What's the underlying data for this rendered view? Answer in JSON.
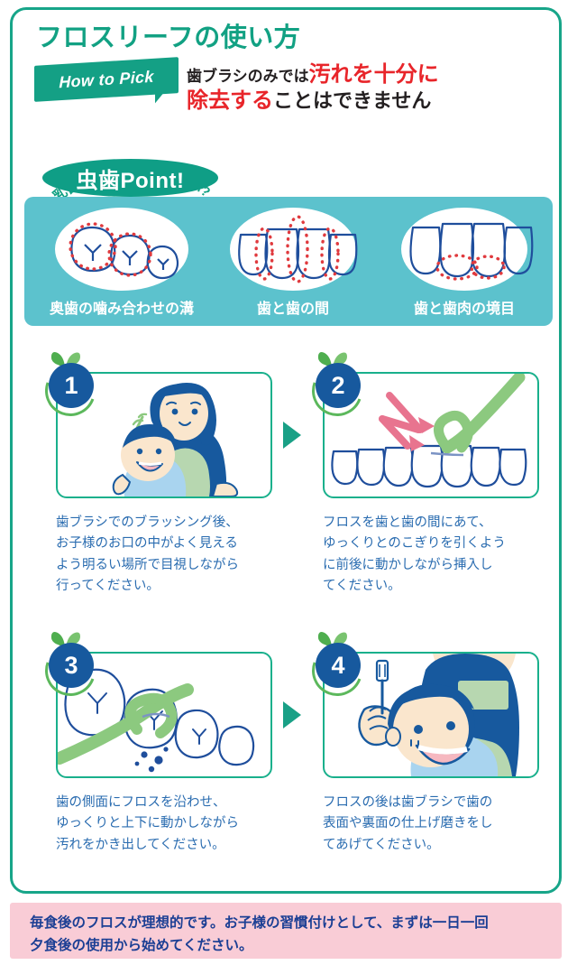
{
  "header": {
    "title": "フロスリーフの使い方",
    "ribbon_label": "How to Pick",
    "headline_part1": "歯ブラシのみでは",
    "headline_part2": "汚れを十分に",
    "headline_part3": "除去する",
    "headline_part4": "ことはできません"
  },
  "point_section": {
    "arch_caption": "乳歯は虫歯になりやすい?",
    "badge_label": "虫歯Point!",
    "items": [
      {
        "label": "奥歯の噛み合わせの溝",
        "icon": "molar-groove-icon"
      },
      {
        "label": "歯と歯の間",
        "icon": "between-teeth-icon"
      },
      {
        "label": "歯と歯肉の境目",
        "icon": "gumline-icon"
      }
    ]
  },
  "steps": [
    {
      "number": "1",
      "icon": "mother-and-baby-icon",
      "caption": "歯ブラシでのブラッシング後、\nお子様のお口の中がよく見える\nよう明るい場所で目視しながら\n行ってください。"
    },
    {
      "number": "2",
      "icon": "floss-between-teeth-icon",
      "caption": "フロスを歯と歯の間にあて、\nゆっくりとのこぎりを引くよう\nに前後に動かしながら挿入し\nてください。"
    },
    {
      "number": "3",
      "icon": "floss-side-of-tooth-icon",
      "caption": "歯の側面にフロスを沿わせ、\nゆっくりと上下に動かしながら\n汚れをかき出してください。"
    },
    {
      "number": "4",
      "icon": "child-toothbrush-icon",
      "caption": "フロスの後は歯ブラシで歯の\n表面や裏面の仕上げ磨きをし\nてあげてください。"
    }
  ],
  "footer": {
    "text": "毎食後のフロスが理想的です。お子様の習慣付けとして、まずは一日一回\n夕食後の使用から始めてください。"
  },
  "colors": {
    "teal_border": "#17a589",
    "title_green": "#12a183",
    "ribbon_green": "#14a085",
    "headline_red": "#e8252a",
    "panel_teal": "#5cc2cd",
    "badge_navy": "#17599e",
    "leaf_green": "#5cb85c",
    "caption_blue": "#2a6cb0",
    "footer_pink": "#f9ccd6",
    "footer_text_navy": "#1c3f94",
    "tooth_outline": "#1f4e9c",
    "dotted_red": "#e03a3e",
    "floss_green": "#8cc97f",
    "arrow_pink": "#e8748f"
  }
}
